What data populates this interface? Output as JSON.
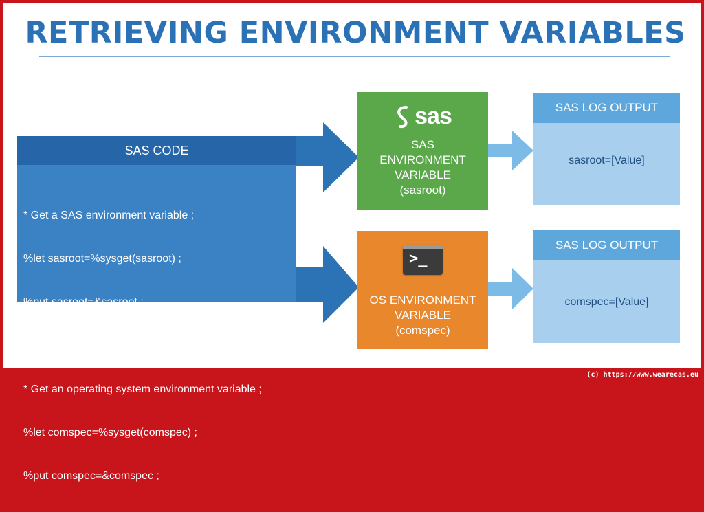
{
  "title": "RETRIEVING ENVIRONMENT VARIABLES",
  "code_panel": {
    "header": "SAS CODE",
    "block1": [
      "* Get a SAS environment variable ;",
      "%let sasroot=%sysget(sasroot) ;",
      "%put sasroot=&sasroot ;"
    ],
    "block2": [
      "* Get an operating system environment variable ;",
      "%let comspec=%sysget(comspec) ;",
      "%put comspec=&comspec ;"
    ]
  },
  "sas_variable": {
    "logo_text": "sas",
    "lines": [
      "SAS",
      "ENVIRONMENT",
      "VARIABLE",
      "(sasroot)"
    ],
    "color": "#5aa84a"
  },
  "os_variable": {
    "icon": "terminal-icon",
    "lines": [
      "OS ENVIRONMENT",
      "VARIABLE",
      "(comspec)"
    ],
    "color": "#e8872c"
  },
  "log_outputs": [
    {
      "header": "SAS LOG OUTPUT",
      "value": "sasroot=[Value]"
    },
    {
      "header": "SAS LOG OUTPUT",
      "value": "comspec=[Value]"
    }
  ],
  "footer": "(c) https://www.wearecas.eu"
}
